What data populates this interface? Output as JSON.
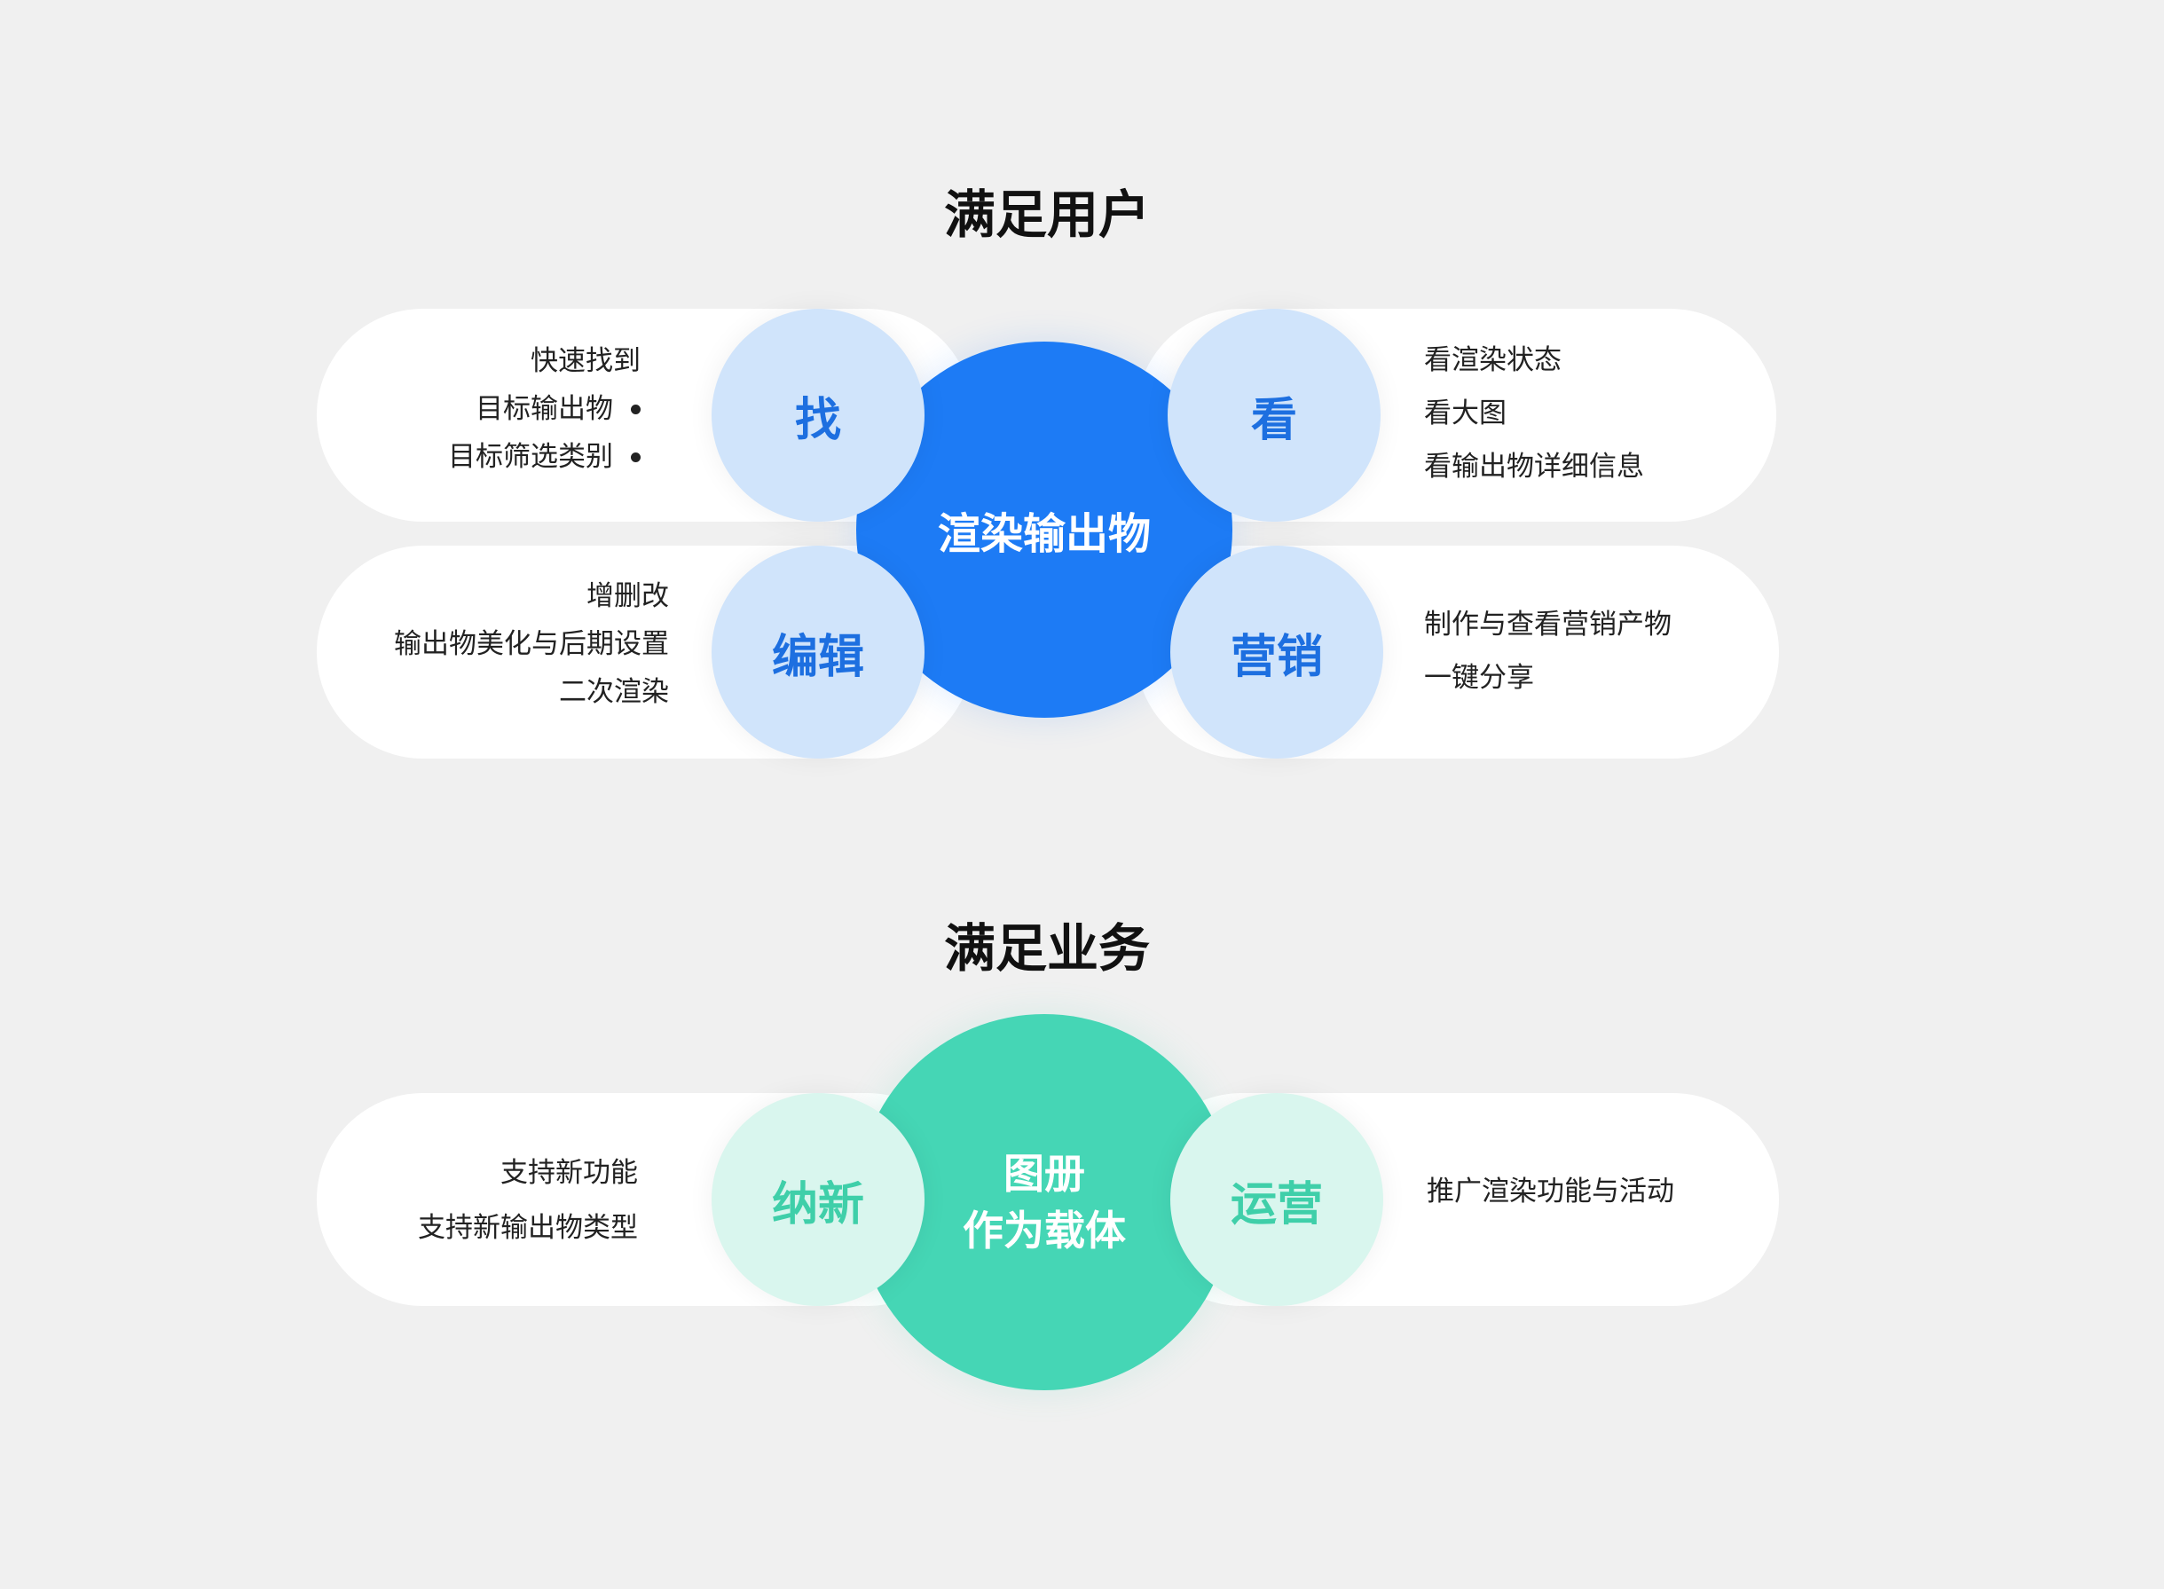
{
  "colors": {
    "background": "#f0f0f0",
    "center_blue": "#1d7bf5",
    "node_blue_bg": "#d0e4fb",
    "node_blue_text": "#1d6fe0",
    "center_green": "#45d6b5",
    "node_green_bg": "#d9f6ee",
    "node_green_text": "#3fcfa9"
  },
  "user_section": {
    "title": "满足用户",
    "center": "渲染输出物",
    "nodes": {
      "find": {
        "label": "找",
        "items": [
          "快速找到",
          "目标输出物",
          "目标筛选类别"
        ]
      },
      "view": {
        "label": "看",
        "items": [
          "看渲染状态",
          "看大图",
          "看输出物详细信息"
        ]
      },
      "edit": {
        "label": "编辑",
        "items": [
          "增删改",
          "输出物美化与后期设置",
          "二次渲染"
        ]
      },
      "marketing": {
        "label": "营销",
        "items": [
          "制作与查看营销产物",
          "一键分享"
        ]
      }
    }
  },
  "business_section": {
    "title": "满足业务",
    "center_line1": "图册",
    "center_line2": "作为载体",
    "nodes": {
      "new": {
        "label": "纳新",
        "items": [
          "支持新功能",
          "支持新输出物类型"
        ]
      },
      "operate": {
        "label": "运营",
        "items": [
          "推广渲染功能与活动"
        ]
      }
    }
  }
}
